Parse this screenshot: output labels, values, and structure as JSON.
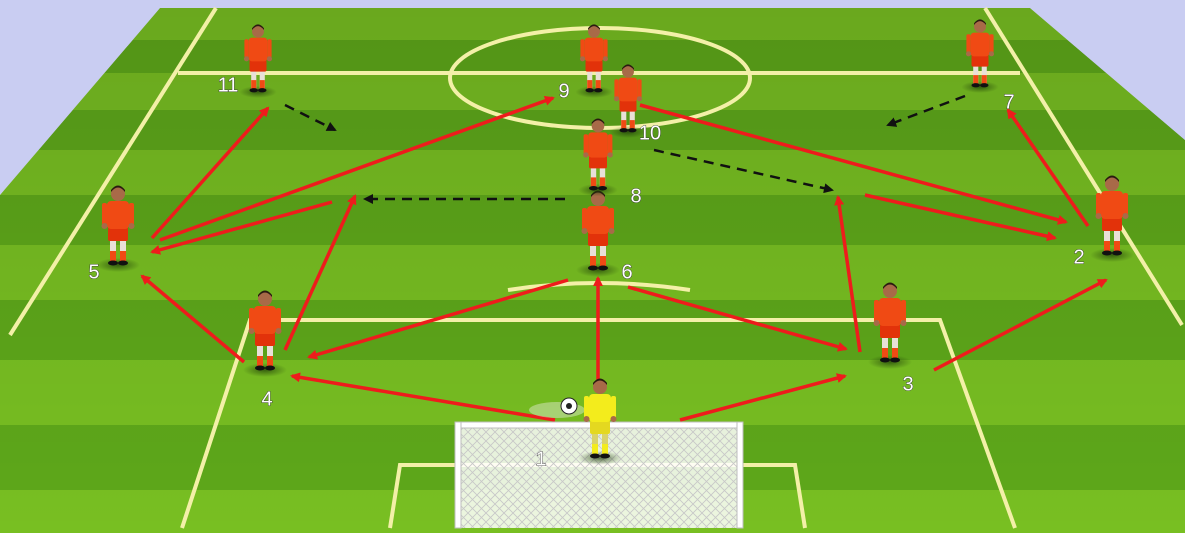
{
  "colors": {
    "sky": "#c9cdf2",
    "pitch_light": "#8ed12a",
    "pitch_dark": "#5ea81a",
    "line": "#f3f0a8",
    "pass_arrow": "#ee1c1c",
    "run_arrow": "#111111",
    "shirt": "#f04a14",
    "keeper": "#f3ec1c"
  },
  "players": [
    {
      "id": "p1",
      "label": "1",
      "role": "goalkeeper"
    },
    {
      "id": "p2",
      "label": "2",
      "role": "outfield"
    },
    {
      "id": "p3",
      "label": "3",
      "role": "outfield"
    },
    {
      "id": "p4",
      "label": "4",
      "role": "outfield"
    },
    {
      "id": "p5",
      "label": "5",
      "role": "outfield"
    },
    {
      "id": "p6",
      "label": "6",
      "role": "outfield"
    },
    {
      "id": "p7",
      "label": "7",
      "role": "outfield"
    },
    {
      "id": "p8",
      "label": "8",
      "role": "outfield"
    },
    {
      "id": "p9",
      "label": "9",
      "role": "outfield"
    },
    {
      "id": "p10",
      "label": "10",
      "role": "outfield"
    },
    {
      "id": "p11",
      "label": "11",
      "role": "outfield"
    }
  ],
  "passes": [
    {
      "from": "1",
      "to": "4"
    },
    {
      "from": "1",
      "to": "6"
    },
    {
      "from": "1",
      "to": "3"
    },
    {
      "from": "6",
      "to": "4"
    },
    {
      "from": "6",
      "to": "3"
    },
    {
      "from": "4",
      "to": "5"
    },
    {
      "from": "3",
      "to": "2"
    },
    {
      "from": "5",
      "to": "11"
    },
    {
      "from": "5",
      "to": "9"
    },
    {
      "from": "2",
      "to": "7"
    },
    {
      "from": "10",
      "to": "2"
    }
  ],
  "runs": [
    {
      "player": "11"
    },
    {
      "player": "7"
    },
    {
      "player": "8"
    },
    {
      "player": "10"
    }
  ]
}
